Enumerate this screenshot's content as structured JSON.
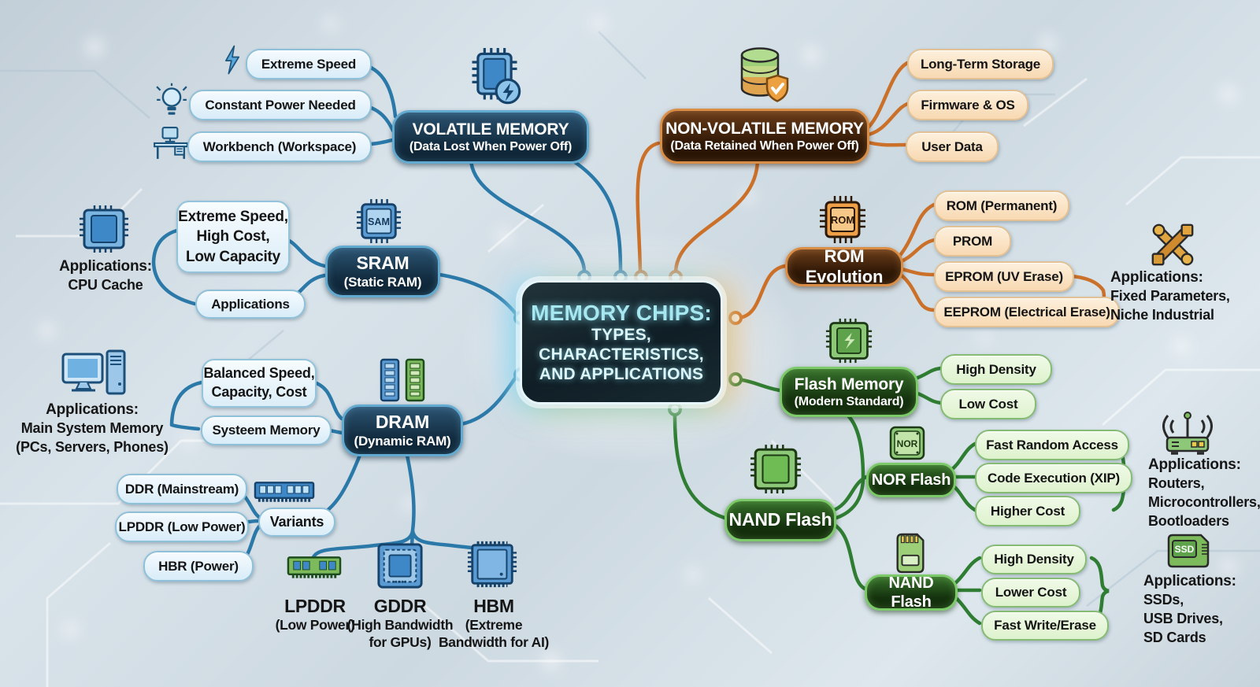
{
  "center": {
    "lines": [
      "MEMORY CHIPS:",
      "TYPES,",
      "CHARACTERISTICS,",
      "AND APPLICATIONS"
    ]
  },
  "volatile": {
    "title": "VOLATILE MEMORY",
    "subtitle": "(Data Lost When Power Off)",
    "traits": [
      "Extreme Speed",
      "Constant Power Needed",
      "Workbench (Workspace)"
    ],
    "icons": [
      "lightning-icon",
      "lightbulb-icon",
      "desk-icon",
      "chip-bolt-icon"
    ]
  },
  "nonvolatile": {
    "title": "NON-VOLATILE MEMORY",
    "subtitle": "(Data Retained When Power Off)",
    "traits": [
      "Long-Term Storage",
      "Firmware & OS",
      "User Data"
    ],
    "icons": [
      "database-shield-icon"
    ]
  },
  "sram": {
    "title": "SRAM",
    "subtitle": "(Static RAM)",
    "chip_label": "SAM",
    "characteristics": [
      "Extreme Speed,",
      "High Cost,",
      "Low Capacity"
    ],
    "applications_pill": "Applications",
    "applications": {
      "title": "Applications:",
      "lines": [
        "CPU Cache"
      ]
    },
    "icons": [
      "cpu-chip-icon",
      "sam-chip-icon"
    ]
  },
  "dram": {
    "title": "DRAM",
    "subtitle": "(Dynamic RAM)",
    "characteristics": [
      "Balanced Speed,",
      "Capacity, Cost"
    ],
    "memory_pill": "Systeem Memory",
    "applications": {
      "title": "Applications:",
      "lines": [
        "Main System Memory",
        "(PCs, Servers, Phones)"
      ]
    },
    "variant_pills": [
      "DDR (Mainstream)",
      "LPDDR (Low Power)",
      "HBR (Power)"
    ],
    "variants_label": "Variants",
    "types": [
      {
        "name": "LPDDR",
        "desc": [
          "(Low Power)",
          ""
        ]
      },
      {
        "name": "GDDR",
        "desc": [
          "(High Bandwidth",
          "for GPUs)"
        ]
      },
      {
        "name": "HBM",
        "desc": [
          "(Extreme",
          "Bandwidth for AI)"
        ]
      }
    ],
    "icons": [
      "desktop-computer-icon",
      "ram-sticks-icon",
      "ram-module-blue-icon",
      "ram-module-green-icon",
      "gddr-chip-icon",
      "hbm-chip-icon"
    ]
  },
  "rom": {
    "title": "ROM Evolution",
    "chip_label": "ROM",
    "pills": [
      "ROM (Permanent)",
      "PROM",
      "EPROM (UV Erase)",
      "EEPROM (Electrical Erase)"
    ],
    "applications": {
      "title": "Applications:",
      "lines": [
        "Fixed Parameters,",
        "Niche Industrial"
      ]
    },
    "icons": [
      "rom-chip-icon",
      "crossed-tools-icon"
    ]
  },
  "flash": {
    "title": "Flash Memory",
    "subtitle": "(Modern Standard)",
    "pills": [
      "High Density",
      "Low Cost"
    ],
    "icons": [
      "flash-chip-icon"
    ]
  },
  "nand_hub": {
    "title": "NAND Flash",
    "icons": [
      "nand-chip-icon"
    ]
  },
  "nor": {
    "title": "NOR Flash",
    "chip_label": "NOR",
    "pills": [
      "Fast Random Access",
      "Code Execution (XIP)",
      "Higher Cost"
    ],
    "applications": {
      "title": "Applications:",
      "lines": [
        "Routers,",
        "Microcontrollers,",
        "Bootloaders"
      ]
    },
    "icons": [
      "nor-chip-icon",
      "router-icon"
    ]
  },
  "nand": {
    "title": "NAND Flash",
    "card_label": "SSD",
    "pills": [
      "High Density",
      "Lower Cost",
      "Fast Write/Erase"
    ],
    "applications": {
      "title": "Applications:",
      "lines": [
        "SSDs,",
        "USB Drives,",
        "SD Cards"
      ]
    },
    "icons": [
      "sd-card-icon",
      "ssd-card-icon"
    ]
  },
  "colors": {
    "blue_line": "#2b79a8",
    "orange_line": "#cb7029",
    "green_line": "#2f7d33",
    "pill_blue_bg": "#e8f4fb",
    "pill_peach_bg": "#fbe6c9",
    "pill_green_bg": "#e7f6dc",
    "center_text": "#a7e7f0",
    "background": "#cdd9e1"
  }
}
